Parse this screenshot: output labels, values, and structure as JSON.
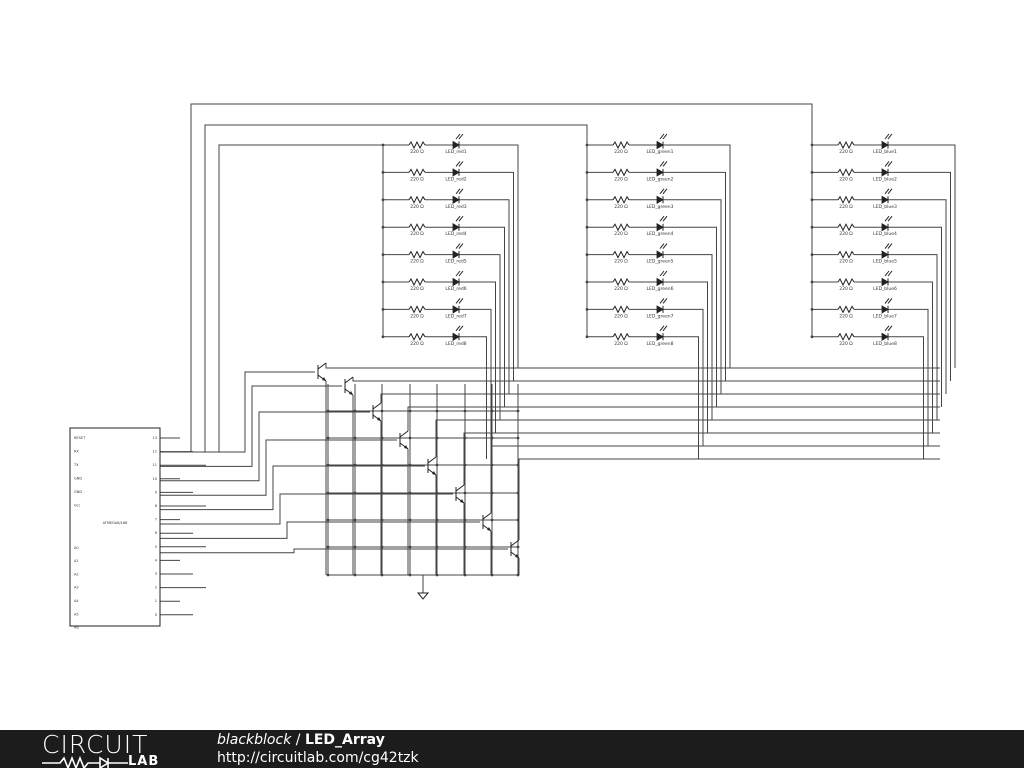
{
  "microcontroller": {
    "name": "ATMEGA8/168",
    "left_pins": [
      "RESET",
      "RX",
      "TX",
      "GND",
      "GND",
      "Vcc",
      "A0",
      "A1",
      "A2",
      "A3",
      "A4",
      "A5",
      "A6"
    ],
    "right_pins": [
      "13",
      "12",
      "11",
      "10",
      "9",
      "8",
      "7",
      "6",
      "5",
      "4",
      "3",
      "2",
      "1",
      "0"
    ]
  },
  "banks": [
    {
      "color": "red",
      "leds": [
        "LED_red1",
        "LED_red2",
        "LED_red3",
        "LED_red4",
        "LED_red5",
        "LED_red6",
        "LED_red7",
        "LED_red8"
      ]
    },
    {
      "color": "green",
      "leds": [
        "LED_green1",
        "LED_green2",
        "LED_green3",
        "LED_green4",
        "LED_green5",
        "LED_green6",
        "LED_green7",
        "LED_green8"
      ]
    },
    {
      "color": "blue",
      "leds": [
        "LED_blue1",
        "LED_blue2",
        "LED_blue3",
        "LED_blue4",
        "LED_blue5",
        "LED_blue6",
        "LED_blue7",
        "LED_blue8"
      ]
    }
  ],
  "resistor_value": "220 Ω",
  "footer": {
    "logo_top": "CIRCUIT",
    "logo_bottom": "LAB",
    "user": "blackblock",
    "separator": " / ",
    "project": "LED_Array",
    "url": "http://circuitlab.com/cg42tzk"
  }
}
